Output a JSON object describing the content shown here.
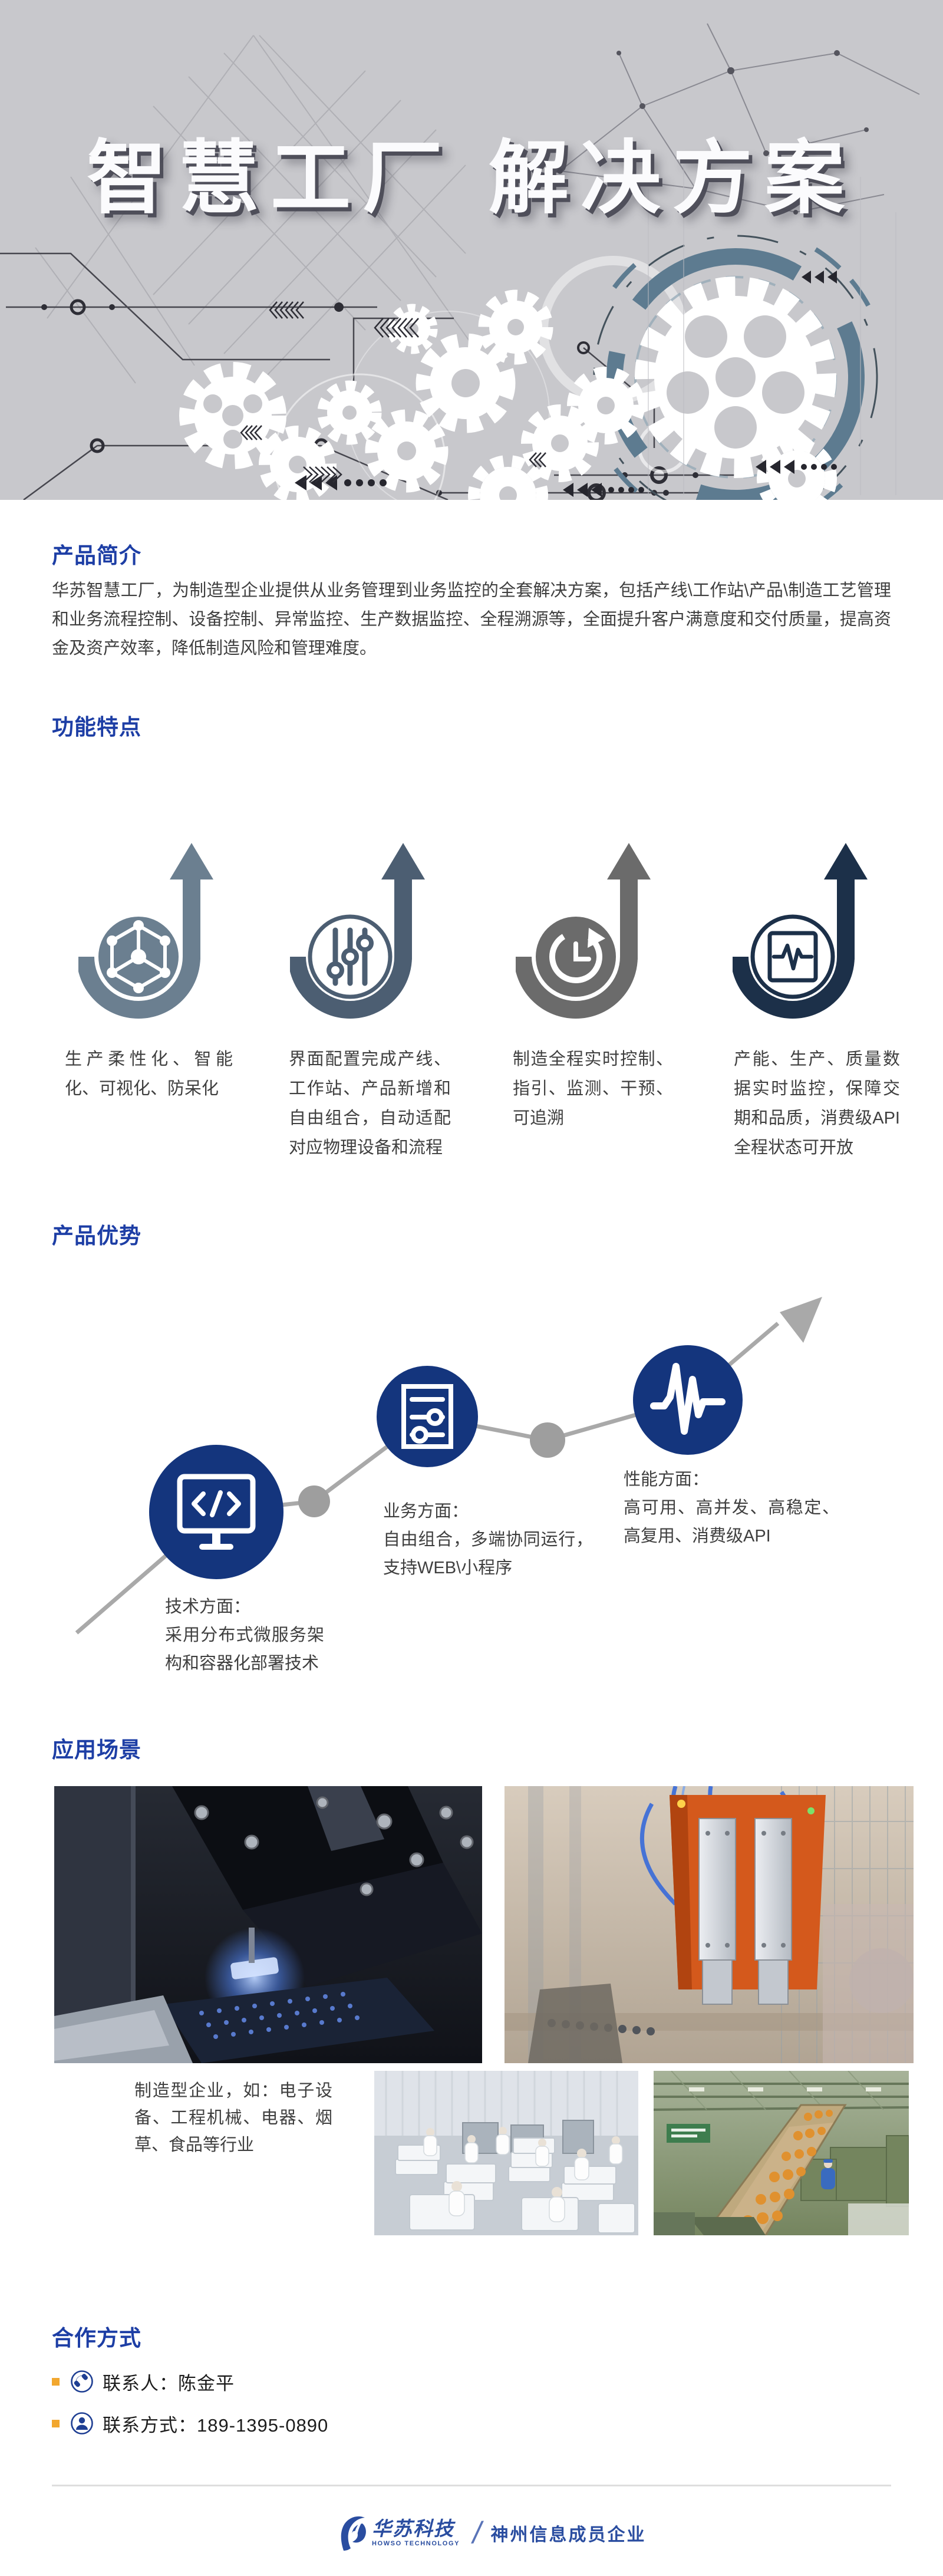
{
  "banner": {
    "title": "智慧工厂 解决方案"
  },
  "sections": {
    "intro": {
      "heading": "产品简介",
      "body": "华苏智慧工厂，为制造型企业提供从业务管理到业务监控的全套解决方案，包括产线\\工作站\\产品\\制造工艺管理和业务流程控制、设备控制、异常监控、生产数据监控、全程溯源等，全面提升客户满意度和交付质量，提高资金及资产效率，降低制造风险和管理难度。"
    },
    "features": {
      "heading": "功能特点",
      "items": [
        {
          "icon": "cube-network-icon",
          "color": "#6b7f90",
          "style": "filled",
          "text": "生产柔性化、智能化、可视化、防呆化"
        },
        {
          "icon": "sliders-icon",
          "color": "#4c5e72",
          "style": "outline",
          "text": "界面配置完成产线、工作站、产品新增和自由组合，自动适配对应物理设备和流程"
        },
        {
          "icon": "history-clock-icon",
          "color": "#6b6b6b",
          "style": "filled",
          "text": "制造全程实时控制、指引、监测、干预、可追溯"
        },
        {
          "icon": "pulse-monitor-icon",
          "color": "#1c3049",
          "style": "outline",
          "text": "产能、生产、质量数据实时监控，保障交期和品质，消费级API全程状态可开放"
        }
      ]
    },
    "advantages": {
      "heading": "产品优势",
      "items": [
        {
          "icon": "code-monitor-icon",
          "label": "技术方面：",
          "desc": "采用分布式微服务架构和容器化部署技术"
        },
        {
          "icon": "control-panel-icon",
          "label": "业务方面：",
          "desc": "自由组合，多端协同运行，支持WEB\\小程序"
        },
        {
          "icon": "heartbeat-icon",
          "label": "性能方面：",
          "desc": "高可用、高并发、高稳定、高复用、消费级API"
        }
      ]
    },
    "scenarios": {
      "heading": "应用场景",
      "caption": "制造型企业，如：电子设备、工程机械、电器、烟草、食品等行业"
    },
    "cooperation": {
      "heading": "合作方式",
      "contacts": [
        {
          "icon": "phone-icon",
          "label": "联系人：陈金平"
        },
        {
          "icon": "person-icon",
          "label": "联系方式：189-1395-0890"
        }
      ]
    }
  },
  "footer": {
    "logo_cn": "华苏科技",
    "logo_en": "HOWSO TECHNOLOGY",
    "member_text": "神州信息成员企业"
  },
  "colors": {
    "heading_blue": "#1d3ea5",
    "body_text": "#3f3f3f",
    "banner_bg": "#c8c8cc",
    "banner_title": "#fbfbfd",
    "advantage_circle_blue": "#14357d",
    "diagram_line_gray": "#a9a9a9",
    "bullet_orange": "#f2a72e",
    "contact_icon_blue": "#1f3f93",
    "footer_blue": "#2a4da0",
    "feature_icon_colors": [
      "#6b7f90",
      "#4c5e72",
      "#6b6b6b",
      "#1c3049"
    ]
  }
}
